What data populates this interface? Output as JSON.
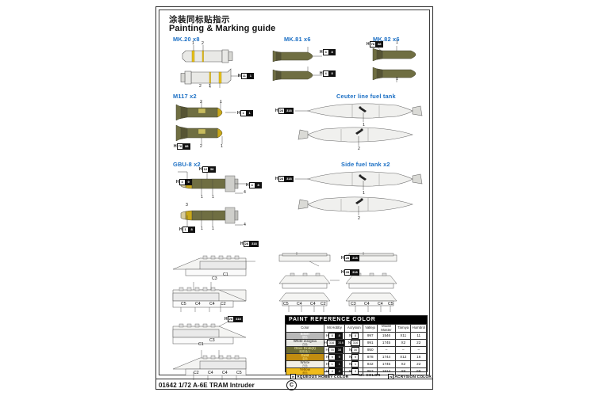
{
  "header": {
    "title_cn": "涂装同标贴指示",
    "title_en": "Painting & Marking guide"
  },
  "sections": [
    {
      "id": "mk20",
      "label": "MK.20 x8"
    },
    {
      "id": "mk81",
      "label": "MK.81 x6"
    },
    {
      "id": "mk82",
      "label": "MK.82 x6"
    },
    {
      "id": "m117",
      "label": "M117 x2"
    },
    {
      "id": "centerline",
      "label": "Ceuter line fuel tank"
    },
    {
      "id": "gbu8",
      "label": "GBU-8 x2"
    },
    {
      "id": "sidetank",
      "label": "Side fuel tank x2"
    }
  ],
  "callouts": {
    "mk20_a": {
      "h": "H",
      "c1": "11",
      "c2": "1"
    },
    "mk81_a": {
      "h": "H",
      "c1": "4",
      "c2": "8"
    },
    "mk81_b": {
      "h": "H",
      "c1": "4",
      "c2": "8"
    },
    "mk82_a": {
      "h": "H",
      "c1": "78",
      "c2": "88"
    },
    "m117_a": {
      "h": "H",
      "c1": "1",
      "c2": "1"
    },
    "m117_b": {
      "h": "H",
      "c1": "78",
      "c2": "88"
    },
    "gbu_a": {
      "h": "H",
      "c1": "3",
      "c2": "9"
    },
    "gbu_b": {
      "h": "H",
      "c1": "12",
      "c2": "56"
    },
    "gbu_c": {
      "h": "H",
      "c1": "4",
      "c2": "8"
    },
    "gbu_d": {
      "h": "H",
      "c1": "1",
      "c2": "8"
    },
    "tank_a": {
      "h": "H",
      "c1": "28",
      "c2": "318"
    },
    "tank_b": {
      "h": "H",
      "c1": "28",
      "c2": "318"
    },
    "rack_a": {
      "h": "H",
      "c1": "28",
      "c2": "318"
    },
    "rack_b": {
      "h": "H",
      "c1": "28",
      "c2": "318"
    },
    "rack_c": {
      "h": "H",
      "c1": "28",
      "c2": "318"
    },
    "rack_d": {
      "h": "H",
      "c1": "28",
      "c2": "318"
    }
  },
  "part_labels": {
    "bomb_nums": [
      "1",
      "2",
      "3",
      "4"
    ],
    "rack_sets": [
      [
        "C3",
        "C1",
        "C5",
        "C4",
        "C4",
        "C2"
      ],
      [
        "C1",
        "C3",
        "C4",
        "C4",
        "C5",
        "C2"
      ],
      [
        "C5",
        "C4",
        "C4",
        "C2"
      ],
      [
        "C3",
        "C4",
        "C4",
        "C5"
      ]
    ],
    "tank_nums": [
      "1",
      "2"
    ]
  },
  "paint_table": {
    "title": "PAINT  REFERENCE COLOR",
    "headers": [
      "Color",
      "Mr.Hobby",
      "Acrysion",
      "Vallejo",
      "Model Master",
      "Tamiya",
      "Humbrol"
    ],
    "rows": [
      {
        "name": "Silver",
        "name_cn": "银色",
        "swatch": "#b9b9b9",
        "text_color": "#ffffff",
        "hobby": {
          "a": "8",
          "b": "8"
        },
        "acrysion": {
          "a": "8"
        },
        "vallejo": "997",
        "model_master": "1546",
        "tamiya": "X11",
        "humbrol": "11"
      },
      {
        "name": "White insignia",
        "name_cn": "白色",
        "swatch": "#e8e8e4",
        "text_color": "#555555",
        "hobby": {
          "a": "316",
          "b": "316"
        },
        "acrysion": {
          "a": "316"
        },
        "vallejo": "991",
        "model_master": "1745",
        "tamiya": "X2",
        "humbrol": "22"
      },
      {
        "name": "Olive Drab(2)",
        "name_cn": "橄榄绿(2)",
        "swatch": "#6b6a33",
        "text_color": "#d8d49a",
        "hobby": {
          "a": "78",
          "b": "38"
        },
        "acrysion": {
          "a": "30"
        },
        "vallejo": "950",
        "model_master": "–",
        "tamiya": "–",
        "humbrol": "–"
      },
      {
        "name": "Gold",
        "name_cn": "金色",
        "swatch": "#c08c10",
        "text_color": "#f6e07a",
        "hobby": {
          "a": "9",
          "b": "9"
        },
        "acrysion": {
          "a": "9"
        },
        "vallejo": "878",
        "model_master": "1744",
        "tamiya": "X12",
        "humbrol": "16"
      },
      {
        "name": "White",
        "name_cn": "白色",
        "swatch": "#f2f0e8",
        "text_color": "#666666",
        "hobby": {
          "a": "1",
          "b": "1"
        },
        "acrysion": {
          "a": "1"
        },
        "vallejo": "842",
        "model_master": "1745",
        "tamiya": "X2",
        "humbrol": "22"
      },
      {
        "name": "Yellow",
        "name_cn": "黄色",
        "swatch": "#f0bc1c",
        "text_color": "#8a6000",
        "hobby": {
          "a": "4",
          "b": "4"
        },
        "acrysion": {
          "a": "4"
        },
        "vallejo": "953",
        "model_master": "1514",
        "tamiya": "X8",
        "humbrol": "69"
      }
    ],
    "legend": [
      {
        "mark": "H",
        "text": "AQUEOUS HOBBY COLOR",
        "style": "hollow"
      },
      {
        "mark": "",
        "text": "Mr. COLOR",
        "style": "dark"
      },
      {
        "mark": "N",
        "text": "ACRYSION COLOR",
        "style": "hollow"
      }
    ]
  },
  "footer": {
    "code": "01642 1/72 A-6E TRAM Intruder",
    "mark": "C"
  }
}
